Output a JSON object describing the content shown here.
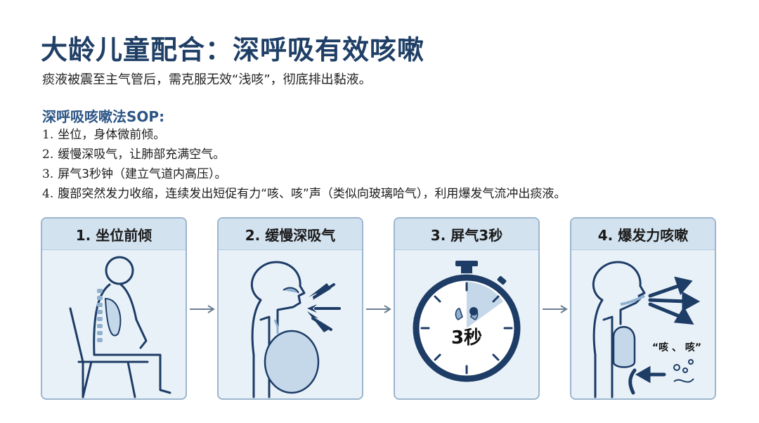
{
  "title": "大龄儿童配合：深呼吸有效咳嗽",
  "subtitle": "痰液被震至主气管后，需克服无效“浅咳”，彻底排出黏液。",
  "sop_title": "深呼吸咳嗽法SOP:",
  "steps": [
    {
      "num": "1.",
      "text": "坐位，身体微前倾。"
    },
    {
      "num": "2.",
      "text": "缓慢深吸气，让肺部充满空气。"
    },
    {
      "num": "3.",
      "text": "屏气3秒钟（建立气道内高压）。"
    },
    {
      "num": "4.",
      "text": "腹部突然发力收缩，连续发出短促有力“咳、咳”声（类似向玻璃哈气），利用爆发气流冲出痰液。"
    }
  ],
  "panels": [
    {
      "title": "1. 坐位前倾",
      "icon": "seated-person-icon"
    },
    {
      "title": "2. 缓慢深吸气",
      "icon": "inhale-icon"
    },
    {
      "title": "3. 屏气3秒",
      "icon": "stopwatch-icon",
      "timer_label": "3秒"
    },
    {
      "title": "4. 爆发力咳嗽",
      "icon": "cough-icon",
      "sound_label": "“咳 、 咳”"
    }
  ],
  "colors": {
    "title": "#1f3f66",
    "accent": "#2c5585",
    "panel_bg": "#e9f1f8",
    "panel_header": "#d3e2ef",
    "figure_stroke": "#1d3c66"
  }
}
